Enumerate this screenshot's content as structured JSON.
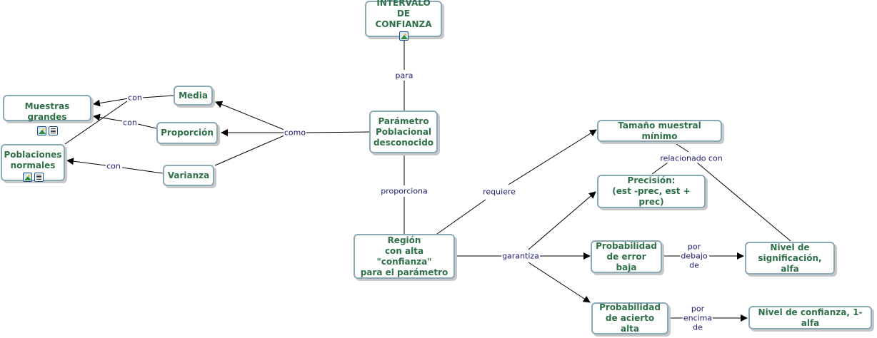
{
  "colors": {
    "node_text": "#2e7048",
    "node_border": "#8aa9b6",
    "link_label": "#1b1b6e",
    "line": "#000000"
  },
  "nodes": {
    "intervalo": {
      "text": "INTERVALO\nDE CONFIANZA",
      "icons": [
        "image-icon"
      ]
    },
    "parametro": {
      "text": "Parámetro\nPoblacional\ndesconocido"
    },
    "media": {
      "text": "Media"
    },
    "proporcion": {
      "text": "Proporción"
    },
    "varianza": {
      "text": "Varianza"
    },
    "muestras": {
      "text": "Muestras grandes",
      "icons": [
        "image-icon",
        "document-icon"
      ]
    },
    "poblaciones": {
      "text": "Poblaciones\nnormales",
      "icons": [
        "image-icon",
        "document-icon"
      ]
    },
    "region": {
      "text": "Región\ncon alta \"confianza\"\npara el parámetro"
    },
    "tamano": {
      "text": "Tamaño muestral mínimo"
    },
    "precision": {
      "text": "Precisión:\n(est -prec, est + prec)"
    },
    "prob_error": {
      "text": "Probabilidad\nde error baja"
    },
    "prob_acierto": {
      "text": "Probabilidad\nde acierto alta"
    },
    "nivel_sig": {
      "text": "Nivel de\nsignificación, alfa"
    },
    "nivel_conf": {
      "text": "Nivel de confianza, 1-alfa"
    }
  },
  "links": {
    "para": "para",
    "como": "como",
    "con_media": "con",
    "con_proporcion": "con",
    "con_varianza": "con",
    "proporciona": "proporciona",
    "requiere": "requiere",
    "relacionado": "relacionado con",
    "garantiza": "garantiza",
    "por_debajo": "por\ndebajo\nde",
    "por_encima": "por\nencima\nde"
  }
}
